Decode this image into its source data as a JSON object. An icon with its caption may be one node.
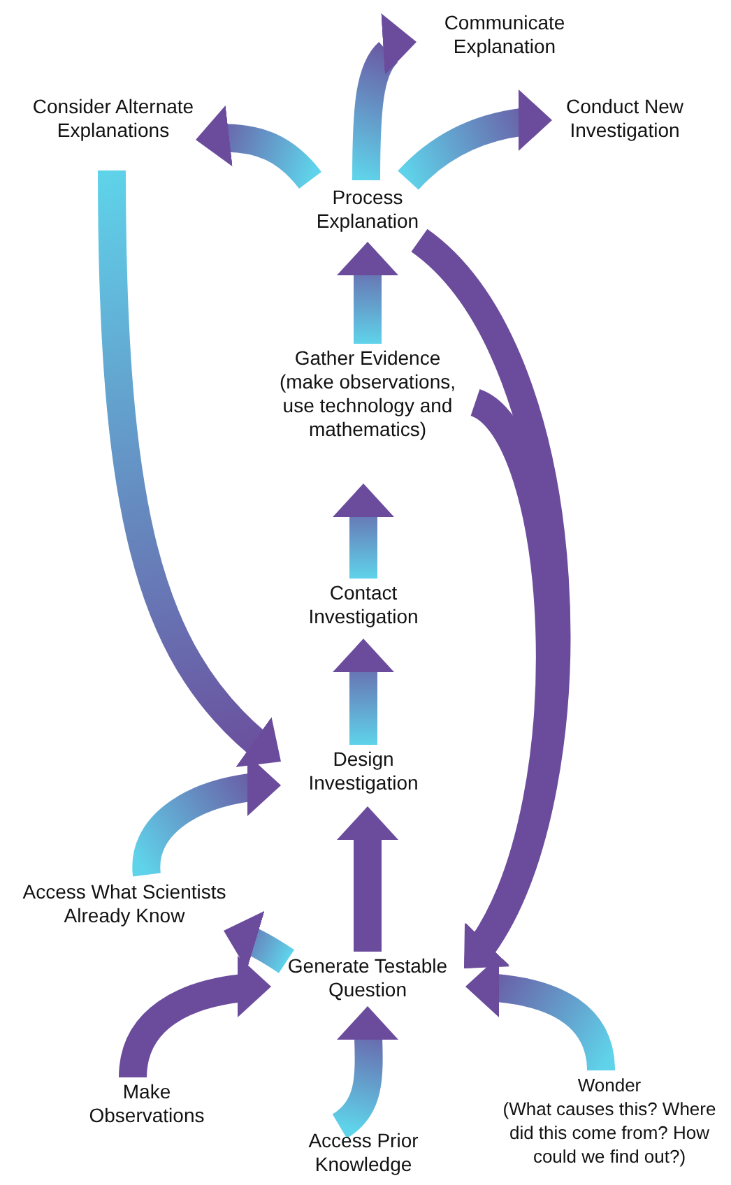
{
  "diagram": {
    "nodes": [
      {
        "text": [
          "Communicate Explanation"
        ]
      },
      {
        "text": [
          "Consider Alternate Explanations"
        ]
      },
      {
        "text": [
          "Conduct New Investigation"
        ]
      },
      {
        "text": [
          "Process Explanation"
        ]
      },
      {
        "text": [
          "Gather Evidence",
          "(make observations, use technology and mathematics)"
        ]
      },
      {
        "text": [
          "Contact Investigation"
        ]
      },
      {
        "text": [
          "Design Investigation"
        ]
      },
      {
        "text": [
          "Access What Scientists Already Know"
        ]
      },
      {
        "text": [
          "Generate Testable Question"
        ]
      },
      {
        "text": [
          "Make Observations"
        ]
      },
      {
        "text": [
          "Access Prior Knowledge"
        ]
      },
      {
        "text": [
          "Wonder",
          "(What causes this? Where did this come from? How could we find out?)"
        ]
      }
    ],
    "edges": [
      {
        "from": 3,
        "to": 0,
        "arrow": "to"
      },
      {
        "from": 3,
        "to": 1,
        "arrow": "to"
      },
      {
        "from": 3,
        "to": 2,
        "arrow": "to"
      },
      {
        "from": 4,
        "to": 3,
        "arrow": "to"
      },
      {
        "from": 5,
        "to": 4,
        "arrow": "to"
      },
      {
        "from": 6,
        "to": 5,
        "arrow": "to"
      },
      {
        "from": 8,
        "to": 6,
        "arrow": "to",
        "color": "#6b4c9c"
      },
      {
        "from": 1,
        "to": 6,
        "arrow": "to"
      },
      {
        "from": 3,
        "to": 8,
        "arrow": "to",
        "color": "#6b4c9c"
      },
      {
        "from": 4,
        "to": 8,
        "arrow": "to",
        "color": "#6b4c9c"
      },
      {
        "from": 8,
        "to": 7,
        "arrow": "to"
      },
      {
        "from": 7,
        "to": 6,
        "arrow": "to"
      },
      {
        "from": 9,
        "to": 8,
        "arrow": "to",
        "color": "#6b4c9c"
      },
      {
        "from": 10,
        "to": 8,
        "arrow": "to"
      },
      {
        "from": 11,
        "to": 8,
        "arrow": "to"
      }
    ]
  }
}
